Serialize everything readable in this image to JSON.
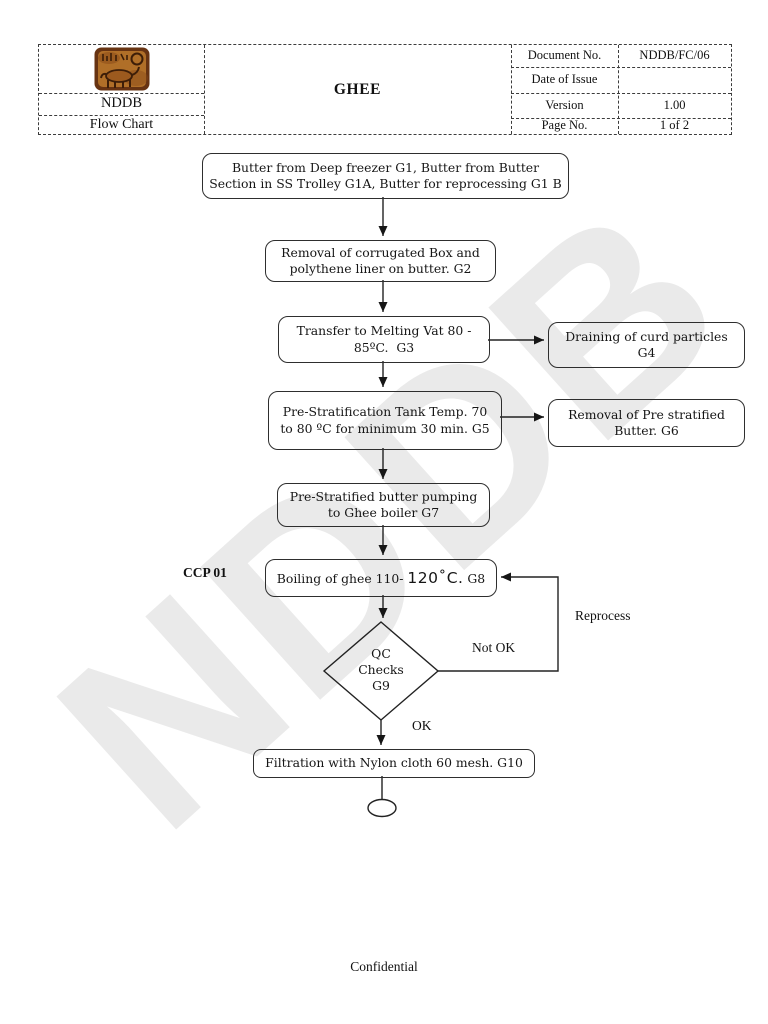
{
  "document": {
    "watermark_text": "NDDB",
    "footer_text": "Confidential"
  },
  "header": {
    "logo_icon": "indus-seal-logo",
    "org_name": "NDDB",
    "doc_type": "Flow Chart",
    "title": "GHEE",
    "fields": [
      {
        "label": "Document No.",
        "value": "NDDB/FC/06"
      },
      {
        "label": "Date of Issue",
        "value": ""
      },
      {
        "label": "Version",
        "value": "1.00"
      },
      {
        "label": "Page No.",
        "value": "1 of 2"
      }
    ]
  },
  "flowchart": {
    "ccp_label": "CCP 01",
    "nodes": {
      "g1": {
        "lines": [
          "Butter from Deep freezer G1, Butter from Butter",
          "Section in SS Trolley G1A, Butter for reprocessing G1 B"
        ]
      },
      "g2": {
        "lines": [
          "Removal of corrugated Box and",
          "polythene liner on butter. G2"
        ]
      },
      "g3": {
        "lines": [
          "Transfer to Melting Vat 80 -",
          "85ºC.  G3"
        ]
      },
      "g4": {
        "lines": [
          "Draining of curd particles",
          "G4"
        ]
      },
      "g5": {
        "lines": [
          "Pre-Stratification Tank Temp. 70",
          "to 80 ºC for minimum 30 min. G5"
        ]
      },
      "g6": {
        "lines": [
          "Removal of Pre stratified",
          "Butter. G6"
        ]
      },
      "g7": {
        "lines": [
          "Pre-Stratified butter pumping",
          "to Ghee boiler G7"
        ]
      },
      "g8": {
        "pre": "Boiling of ghee 110- ",
        "temp": "120˚C.",
        "post": " G8"
      },
      "g9": {
        "lines": [
          "QC",
          "Checks",
          "G9"
        ]
      },
      "g10": {
        "lines": [
          "Filtration with Nylon cloth 60 mesh. G10"
        ]
      }
    },
    "edge_labels": {
      "not_ok": "Not OK",
      "ok": "OK",
      "reprocess": "Reprocess"
    }
  }
}
